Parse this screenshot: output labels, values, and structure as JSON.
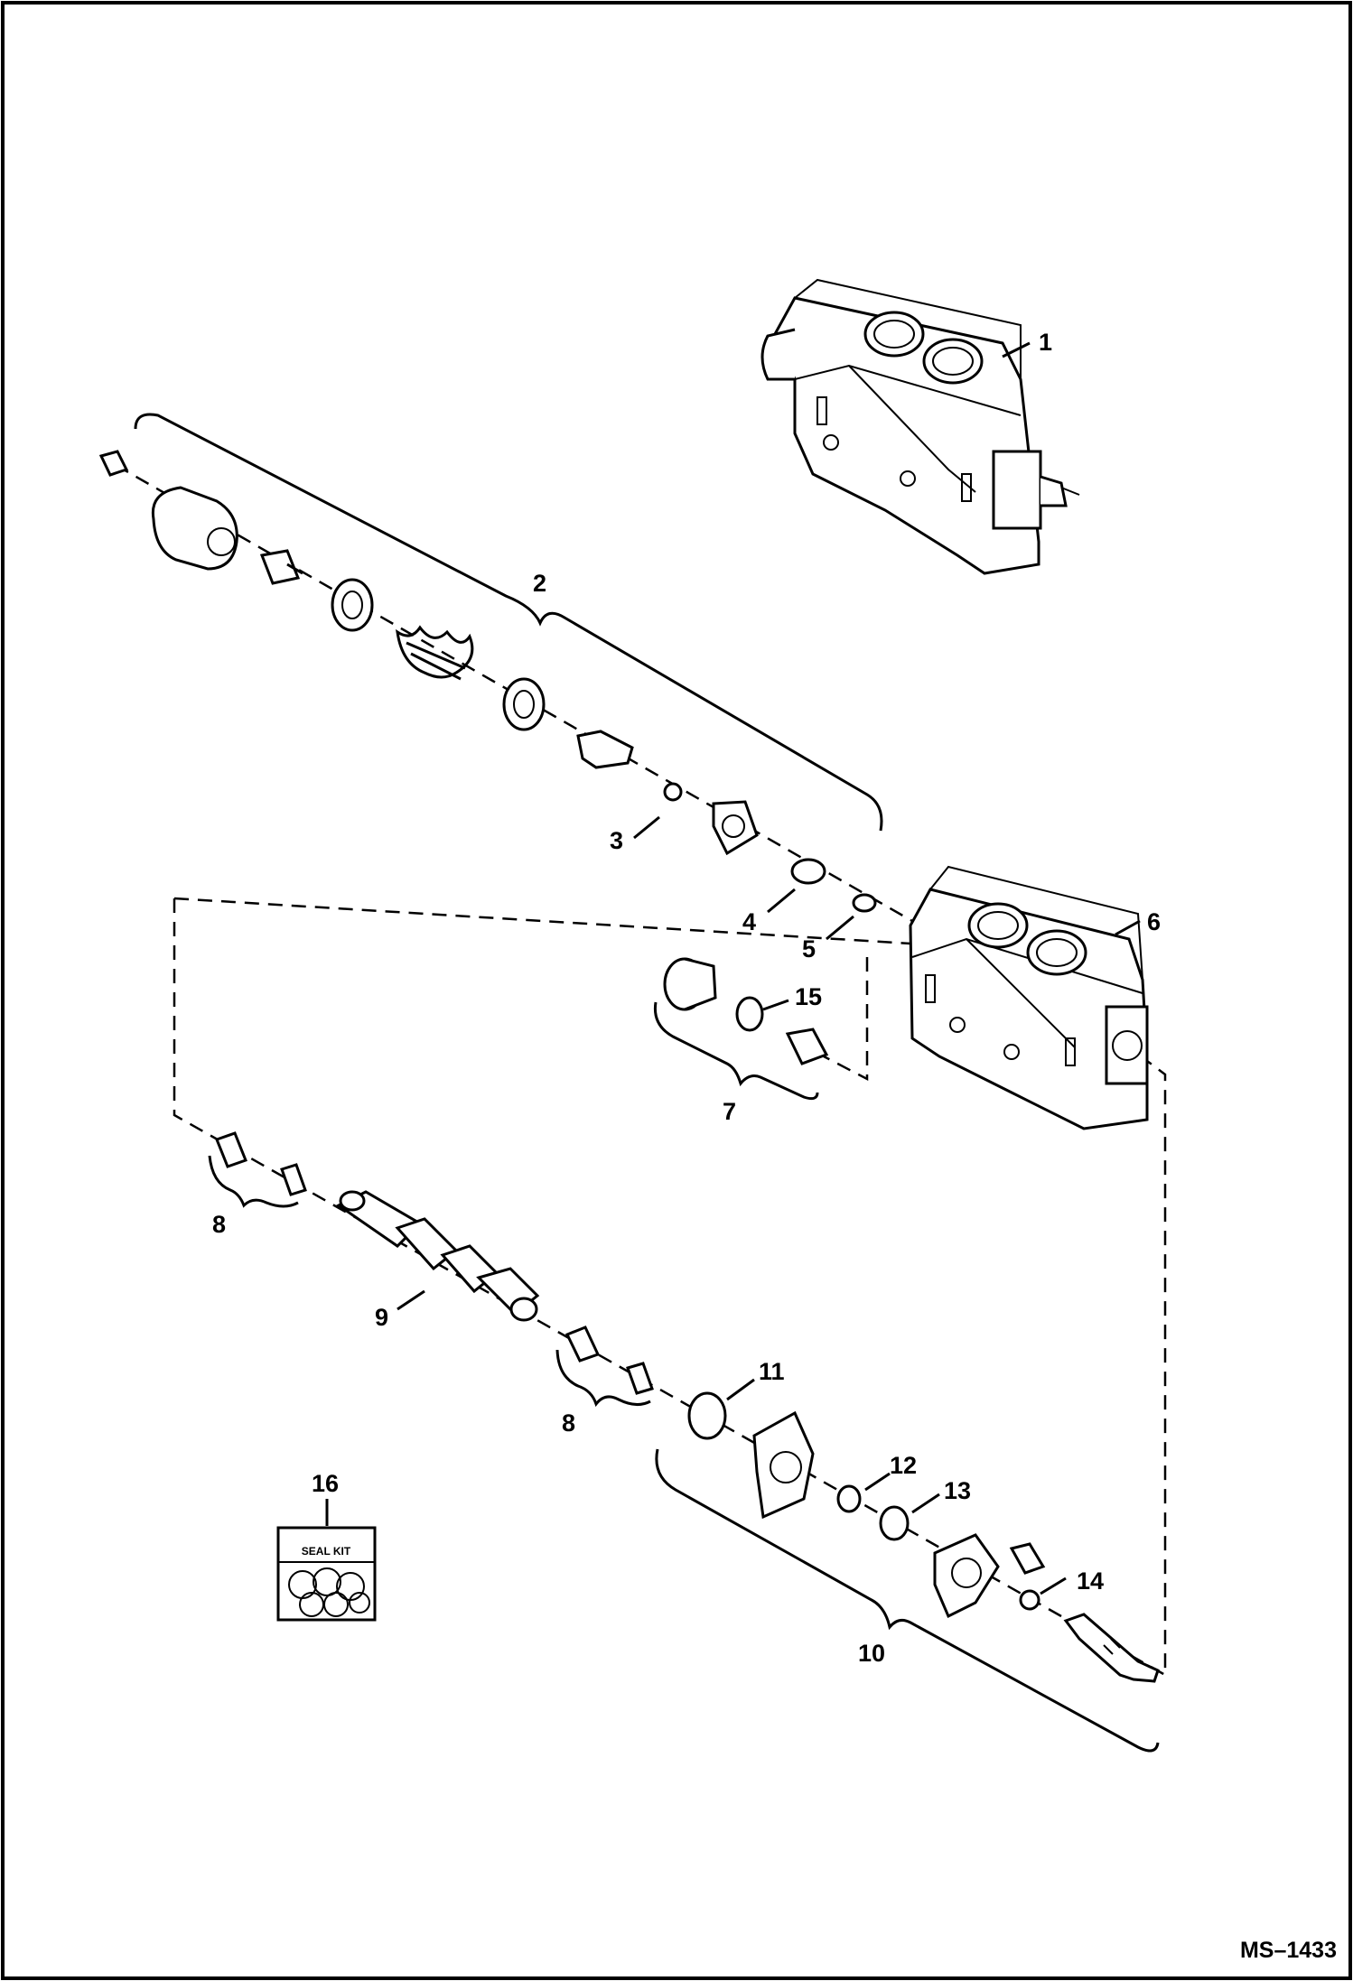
{
  "diagram": {
    "callouts": {
      "c1": "1",
      "c2": "2",
      "c3": "3",
      "c4": "4",
      "c5": "5",
      "c6": "6",
      "c7": "7",
      "c8a": "8",
      "c8b": "8",
      "c9": "9",
      "c10": "10",
      "c11": "11",
      "c12": "12",
      "c13": "13",
      "c14": "14",
      "c15": "15",
      "c16": "16"
    },
    "seal_kit_label": "SEAL KIT",
    "drawing_code": "MS–1433"
  }
}
